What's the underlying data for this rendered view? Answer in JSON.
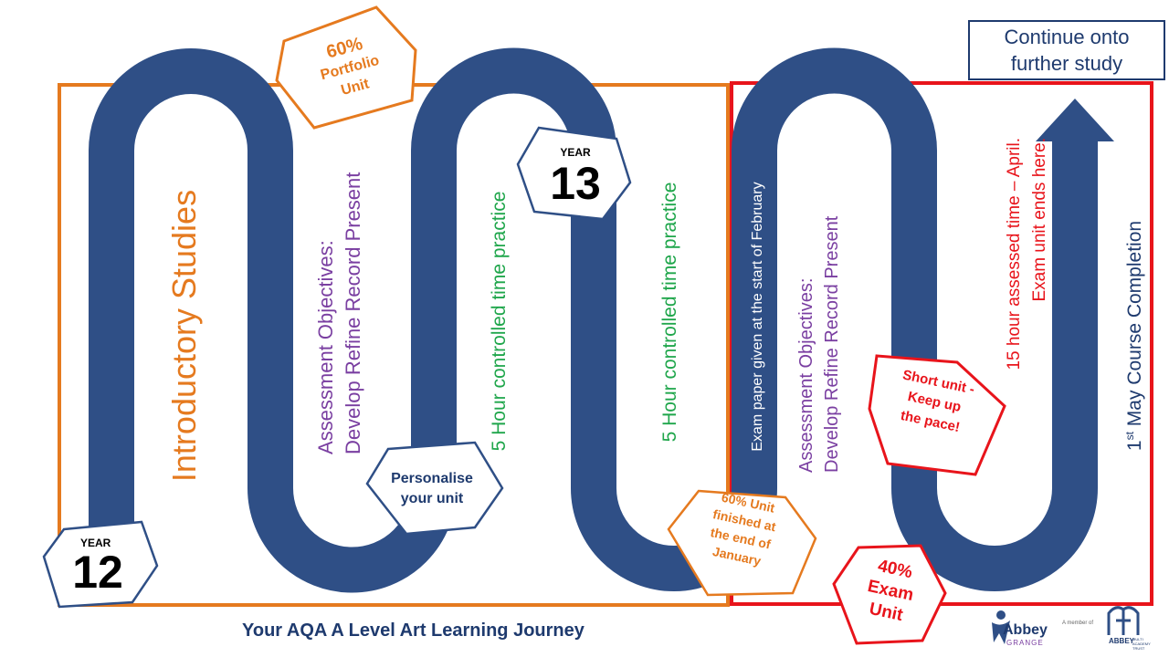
{
  "colors": {
    "path": "#2f4f86",
    "orange": "#e57a1f",
    "red": "#e8141b",
    "purple": "#7a3fa1",
    "green": "#1fa64b",
    "navy": "#1e3a6e"
  },
  "continue_box": "Continue onto further study",
  "portfolio_badge": {
    "percent": "60%",
    "line1": "Portfolio",
    "line2": "Unit"
  },
  "year13_badge": {
    "label": "YEAR",
    "number": "13"
  },
  "year12_badge": {
    "label": "YEAR",
    "number": "12"
  },
  "intro_studies": "Introductory Studies",
  "ao_1": {
    "line1": "Assessment Objectives:",
    "line2": "Develop  Refine  Record  Present"
  },
  "personalise_badge": {
    "line1": "Personalise",
    "line2": "your unit"
  },
  "controlled_1": "5 Hour controlled time practice",
  "controlled_2": "5 Hour controlled time practice",
  "unit_finished_badge": {
    "line1": "60% Unit",
    "line2": "finished at",
    "line3": "the end of",
    "line4": "January"
  },
  "exam_paper": "Exam paper given at the start of February",
  "ao_2": {
    "line1": "Assessment Objectives:",
    "line2": "Develop  Refine  Record  Present"
  },
  "short_unit_badge": {
    "line1": "Short unit -",
    "line2": "Keep up",
    "line3": "the pace!"
  },
  "assessed_time": {
    "line1": "15 hour assessed time – April.",
    "line2": "Exam unit ends here."
  },
  "completion": {
    "day": "1",
    "suffix": "st",
    "rest": " May Course Completion"
  },
  "exam_badge": {
    "percent": "40%",
    "line1": "Exam",
    "line2": "Unit"
  },
  "footer_title": "Your AQA A Level Art Learning Journey",
  "logo_abbey": "Abbey",
  "logo_grange": "GRANGE",
  "logo_member": "A member of",
  "logo_abbey2": "ABBEY",
  "logo_trust": "MULTI ACADEMY TRUST"
}
